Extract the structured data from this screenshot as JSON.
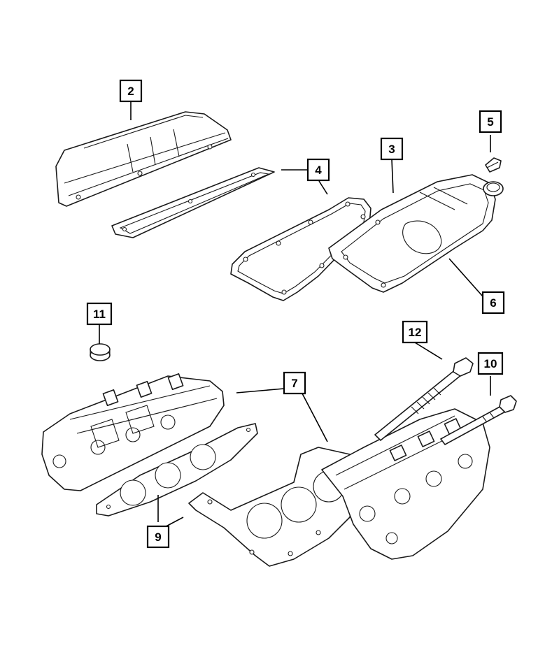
{
  "diagram": {
    "callouts": [
      {
        "id": "c2",
        "label": "2"
      },
      {
        "id": "c3",
        "label": "3"
      },
      {
        "id": "c4",
        "label": "4"
      },
      {
        "id": "c5",
        "label": "5"
      },
      {
        "id": "c6",
        "label": "6"
      },
      {
        "id": "c7",
        "label": "7"
      },
      {
        "id": "c9",
        "label": "9"
      },
      {
        "id": "c10",
        "label": "10"
      },
      {
        "id": "c11",
        "label": "11"
      },
      {
        "id": "c12",
        "label": "12"
      }
    ],
    "colors": {
      "line": "#1a1a1a",
      "background": "#ffffff"
    }
  }
}
